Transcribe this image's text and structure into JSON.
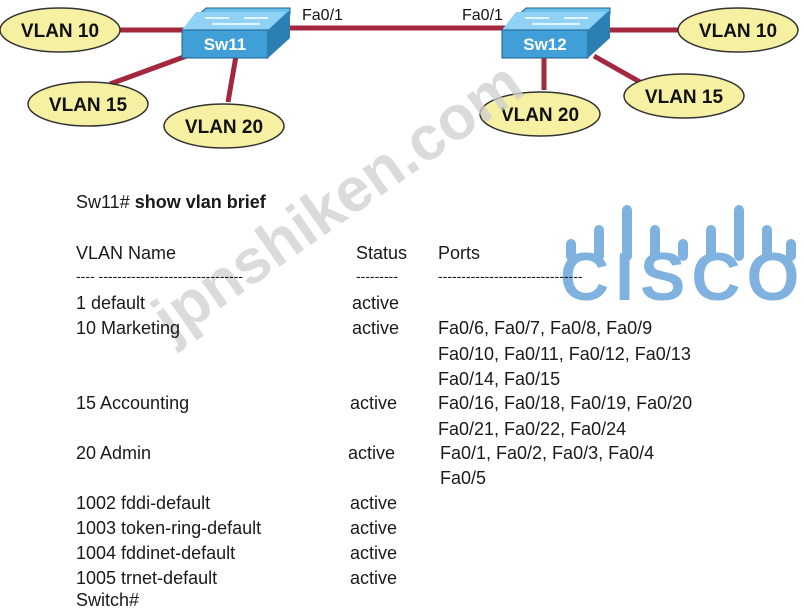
{
  "topology": {
    "sw11": {
      "label": "Sw11",
      "port": "Fa0/1",
      "vlans": [
        "VLAN 10",
        "VLAN 15",
        "VLAN 20"
      ]
    },
    "sw12": {
      "label": "Sw12",
      "port": "Fa0/1",
      "vlans": [
        "VLAN 10",
        "VLAN 20",
        "VLAN 15"
      ]
    }
  },
  "cli": {
    "prompt_host": "Sw11#",
    "command": "show vlan brief",
    "headers": {
      "vlan_name": "VLAN Name",
      "status": "Status",
      "ports": "Ports"
    },
    "separator_name": "---- -------------------------------",
    "separator_status": "---------",
    "separator_ports": "-------------------------------",
    "rows": [
      {
        "vlan": "1    default",
        "status": "active",
        "ports": []
      },
      {
        "vlan": "10   Marketing",
        "status": "active",
        "ports": [
          "Fa0/6, Fa0/7, Fa0/8, Fa0/9",
          "Fa0/10, Fa0/11, Fa0/12, Fa0/13",
          "Fa0/14, Fa0/15"
        ]
      },
      {
        "vlan": "15   Accounting",
        "status": "active",
        "ports": [
          "Fa0/16, Fa0/18, Fa0/19, Fa0/20",
          "Fa0/21, Fa0/22, Fa0/24"
        ]
      },
      {
        "vlan": "20   Admin",
        "status": "active",
        "ports": [
          "Fa0/1, Fa0/2, Fa0/3, Fa0/4",
          "Fa0/5"
        ]
      },
      {
        "vlan": "1002 fddi-default",
        "status": "active",
        "ports": []
      },
      {
        "vlan": "1003 token-ring-default",
        "status": "active",
        "ports": []
      },
      {
        "vlan": "1004 fddinet-default",
        "status": "active",
        "ports": []
      },
      {
        "vlan": "1005 trnet-default",
        "status": "active",
        "ports": []
      }
    ],
    "end_prompt": "Switch#"
  },
  "watermark": "jpnshiken.com",
  "logo": {
    "name": "cisco-logo",
    "text": "CISCO",
    "color": "#7fb2df"
  },
  "colors": {
    "link": "#a3283d",
    "vlan_fill": "#f6f0a2",
    "switch": "#3f9fd6"
  }
}
